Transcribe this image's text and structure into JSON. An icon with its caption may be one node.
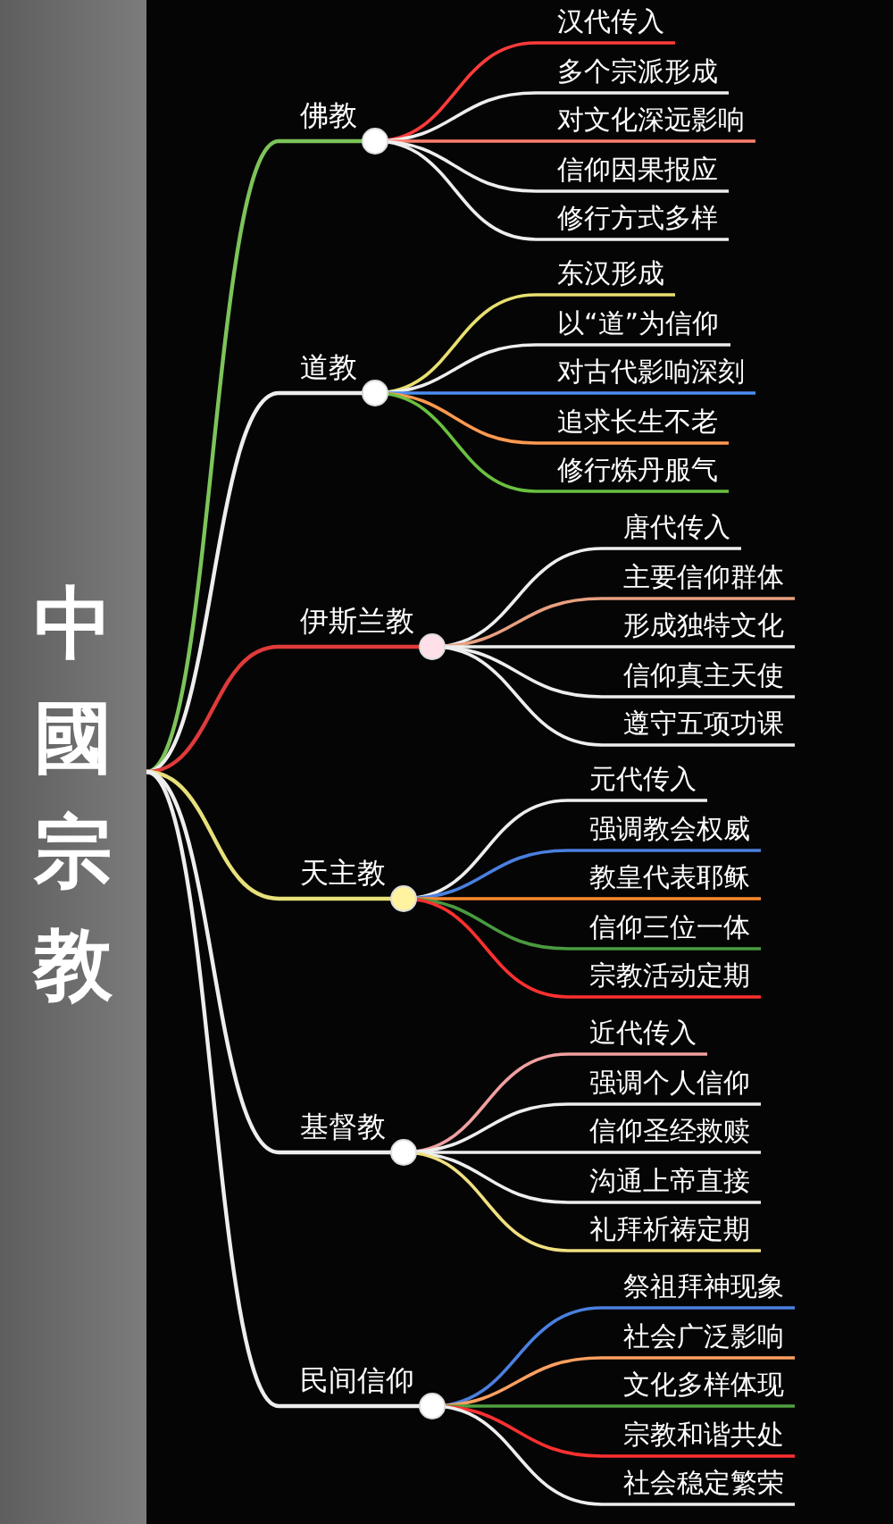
{
  "diagram": {
    "nodes": [
      {
        "text": [
          "中國宗教"
        ]
      },
      {
        "text": [
          "佛教"
        ]
      },
      {
        "text": [
          "汉代传入"
        ]
      },
      {
        "text": [
          "多个宗派形成"
        ]
      },
      {
        "text": [
          "对文化深远影响"
        ]
      },
      {
        "text": [
          "信仰因果报应"
        ]
      },
      {
        "text": [
          "修行方式多样"
        ]
      },
      {
        "text": [
          "道教"
        ]
      },
      {
        "text": [
          "东汉形成"
        ]
      },
      {
        "text": [
          "以“道”为信仰"
        ]
      },
      {
        "text": [
          "对古代影响深刻"
        ]
      },
      {
        "text": [
          "追求长生不老"
        ]
      },
      {
        "text": [
          "修行炼丹服气"
        ]
      },
      {
        "text": [
          "伊斯兰教"
        ]
      },
      {
        "text": [
          "唐代传入"
        ]
      },
      {
        "text": [
          "主要信仰群体"
        ]
      },
      {
        "text": [
          "形成独特文化"
        ]
      },
      {
        "text": [
          "信仰真主天使"
        ]
      },
      {
        "text": [
          "遵守五项功课"
        ]
      },
      {
        "text": [
          "天主教"
        ]
      },
      {
        "text": [
          "元代传入"
        ]
      },
      {
        "text": [
          "强调教会权威"
        ]
      },
      {
        "text": [
          "教皇代表耶稣"
        ]
      },
      {
        "text": [
          "信仰三位一体"
        ]
      },
      {
        "text": [
          "宗教活动定期"
        ]
      },
      {
        "text": [
          "基督教"
        ]
      },
      {
        "text": [
          "近代传入"
        ]
      },
      {
        "text": [
          "强调个人信仰"
        ]
      },
      {
        "text": [
          "信仰圣经救赎"
        ]
      },
      {
        "text": [
          "沟通上帝直接"
        ]
      },
      {
        "text": [
          "礼拜祈祷定期"
        ]
      },
      {
        "text": [
          "民间信仰"
        ]
      },
      {
        "text": [
          "祭祖拜神现象"
        ]
      },
      {
        "text": [
          "社会广泛影响"
        ]
      },
      {
        "text": [
          "文化多样体现"
        ]
      },
      {
        "text": [
          "宗教和谐共处"
        ]
      },
      {
        "text": [
          "社会稳定繁荣"
        ]
      }
    ],
    "edges": [
      {
        "from": 0,
        "to": 1,
        "arrow": "none",
        "color": "#7cc45a"
      },
      {
        "from": 1,
        "to": 2,
        "arrow": "none",
        "color": "#ff3b3b"
      },
      {
        "from": 1,
        "to": 3,
        "arrow": "none"
      },
      {
        "from": 1,
        "to": 4,
        "arrow": "none",
        "color": "#ff7f6e"
      },
      {
        "from": 1,
        "to": 5,
        "arrow": "none"
      },
      {
        "from": 1,
        "to": 6,
        "arrow": "none"
      },
      {
        "from": 0,
        "to": 7,
        "arrow": "none"
      },
      {
        "from": 7,
        "to": 8,
        "arrow": "none",
        "color": "#e8e070"
      },
      {
        "from": 7,
        "to": 9,
        "arrow": "none"
      },
      {
        "from": 7,
        "to": 10,
        "arrow": "none",
        "color": "#4a8ef0"
      },
      {
        "from": 7,
        "to": 11,
        "arrow": "none",
        "color": "#ff9a50"
      },
      {
        "from": 7,
        "to": 12,
        "arrow": "none",
        "color": "#6ac040"
      },
      {
        "from": 0,
        "to": 13,
        "arrow": "none",
        "color": "#e03a3a"
      },
      {
        "from": 13,
        "to": 14,
        "arrow": "none"
      },
      {
        "from": 13,
        "to": 15,
        "arrow": "none",
        "color": "#e8a080"
      },
      {
        "from": 13,
        "to": 16,
        "arrow": "none"
      },
      {
        "from": 13,
        "to": 17,
        "arrow": "none"
      },
      {
        "from": 13,
        "to": 18,
        "arrow": "none"
      },
      {
        "from": 0,
        "to": 19,
        "arrow": "none",
        "color": "#e8e07a"
      },
      {
        "from": 19,
        "to": 20,
        "arrow": "none"
      },
      {
        "from": 19,
        "to": 21,
        "arrow": "none",
        "color": "#4a80e0"
      },
      {
        "from": 19,
        "to": 22,
        "arrow": "none",
        "color": "#ff8a30"
      },
      {
        "from": 19,
        "to": 23,
        "arrow": "none",
        "color": "#4a9a40"
      },
      {
        "from": 19,
        "to": 24,
        "arrow": "none",
        "color": "#ff3030"
      },
      {
        "from": 0,
        "to": 25,
        "arrow": "none"
      },
      {
        "from": 25,
        "to": 26,
        "arrow": "none",
        "color": "#f0a0a0"
      },
      {
        "from": 25,
        "to": 27,
        "arrow": "none"
      },
      {
        "from": 25,
        "to": 28,
        "arrow": "none"
      },
      {
        "from": 25,
        "to": 29,
        "arrow": "none"
      },
      {
        "from": 25,
        "to": 30,
        "arrow": "none",
        "color": "#f0e080"
      },
      {
        "from": 0,
        "to": 31,
        "arrow": "none"
      },
      {
        "from": 31,
        "to": 32,
        "arrow": "none",
        "color": "#4a80e0"
      },
      {
        "from": 31,
        "to": 33,
        "arrow": "none",
        "color": "#ffa060"
      },
      {
        "from": 31,
        "to": 34,
        "arrow": "none",
        "color": "#50a040"
      },
      {
        "from": 31,
        "to": 35,
        "arrow": "none",
        "color": "#ff3030"
      },
      {
        "from": 31,
        "to": 36,
        "arrow": "none"
      }
    ]
  }
}
